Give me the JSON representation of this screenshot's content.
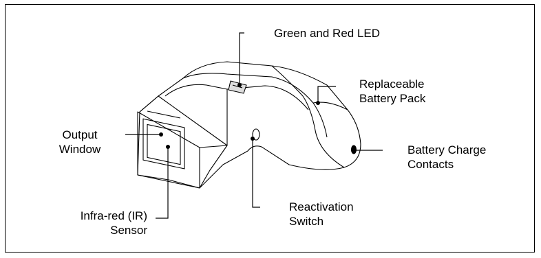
{
  "labels": {
    "led": "Green and Red LED",
    "battery_pack": [
      "Replaceable",
      "Battery Pack"
    ],
    "charge_contacts": [
      "Battery Charge",
      "Contacts"
    ],
    "reactivation": [
      "Reactivation",
      "Switch"
    ],
    "ir_sensor": [
      "Infra-red (IR)",
      "Sensor"
    ],
    "output_window": [
      "Output",
      "Window"
    ]
  }
}
